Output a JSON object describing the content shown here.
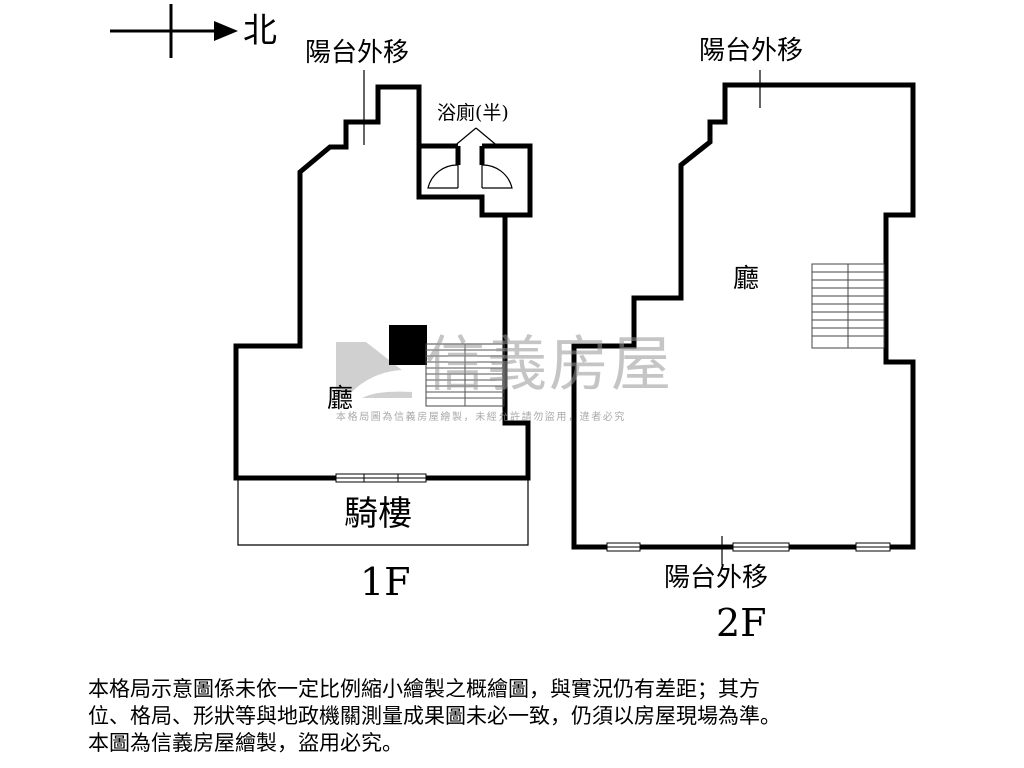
{
  "compass": {
    "label": "北",
    "icon": "north-arrow-icon"
  },
  "floor1": {
    "balcony_label": "陽台外移",
    "bathroom_label": "浴廁(半)",
    "hall_label": "廳",
    "arcade_label": "騎樓",
    "floor_label": "1F"
  },
  "floor2": {
    "balcony_top_label": "陽台外移",
    "hall_label": "廳",
    "balcony_bottom_label": "陽台外移",
    "floor_label": "2F"
  },
  "watermark": {
    "brand": "信義房屋",
    "note": "本格局圖為信義房屋繪製，未經允許請勿盜用，違者必究"
  },
  "disclaimer": {
    "lines": [
      "本格局示意圖係未依一定比例縮小繪製之概繪圖，與實況仍有差距；其方",
      "位、格局、形狀等與地政機關測量成果圖未必一致，仍須以房屋現場為準。",
      "本圖為信義房屋繪製，盜用必究。"
    ]
  }
}
